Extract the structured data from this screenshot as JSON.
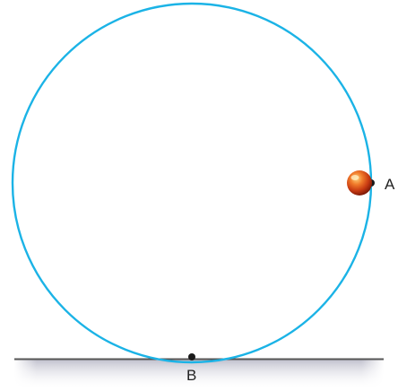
{
  "points": {
    "a": {
      "label": "A"
    },
    "b": {
      "label": "B"
    }
  },
  "colors": {
    "circle": "#1bb3e6",
    "ground": "#555555",
    "ground_shadow": "#c9c9d6",
    "point": "#1a1a1a",
    "ball_light": "#ffd27a",
    "ball_mid": "#e8501c",
    "ball_dark": "#7a1806",
    "label": "#222222"
  },
  "objects": {
    "ball": "ball",
    "track": "circular-track",
    "ground": "ground-line"
  }
}
